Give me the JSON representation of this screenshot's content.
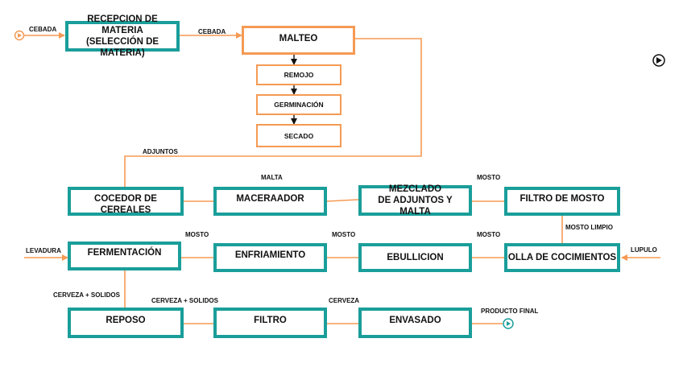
{
  "colors": {
    "teal": "#1a9e9a",
    "orange": "#f59a54",
    "line": "#f59a54",
    "arrow_black": "#111111"
  },
  "boxes": {
    "recepcion": [
      "RECEPCION DE MATERIA",
      "(SELECCIÓN DE MATERIA)"
    ],
    "malteo": "MALTEO",
    "remojo": "REMOJO",
    "germinacion": "GERMINACIÓN",
    "secado": "SECADO",
    "cocedor": "COCEDOR DE CEREALES",
    "maceraador": "MACERAADOR",
    "mezclado": [
      "MEZCLADO",
      "DE ADJUNTOS Y MALTA"
    ],
    "filtro_mosto": "FILTRO DE MOSTO",
    "fermentacion": "FERMENTACIÓN",
    "enfriamiento": "ENFRIAMIENTO",
    "ebullicion": "EBULLICION",
    "olla": "OLLA DE COCIMIENTOS",
    "reposo": "REPOSO",
    "filtro": "FILTRO",
    "envasado": "ENVASADO"
  },
  "labels": {
    "cebada_in": "CEBADA",
    "cebada_mid": "CEBADA",
    "adjuntos": "ADJUNTOS",
    "malta": "MALTA",
    "mosto_top": "MOSTO",
    "mosto_limpio": "MOSTO LIMPIO",
    "levadura": "LEVADURA",
    "mosto_1": "MOSTO",
    "mosto_2": "MOSTO",
    "mosto_3": "MOSTO",
    "lupulo": "LUPULO",
    "cerveza_solidos_1": "CERVEZA + SOLIDOS",
    "cerveza_solidos_2": "CERVEZA + SOLIDOS",
    "cerveza": "CERVEZA",
    "producto_final": "PRODUCTO FINAL"
  },
  "icons": {
    "start": "play-circle-icon",
    "end": "play-circle-icon",
    "corner": "play-circle-icon"
  }
}
